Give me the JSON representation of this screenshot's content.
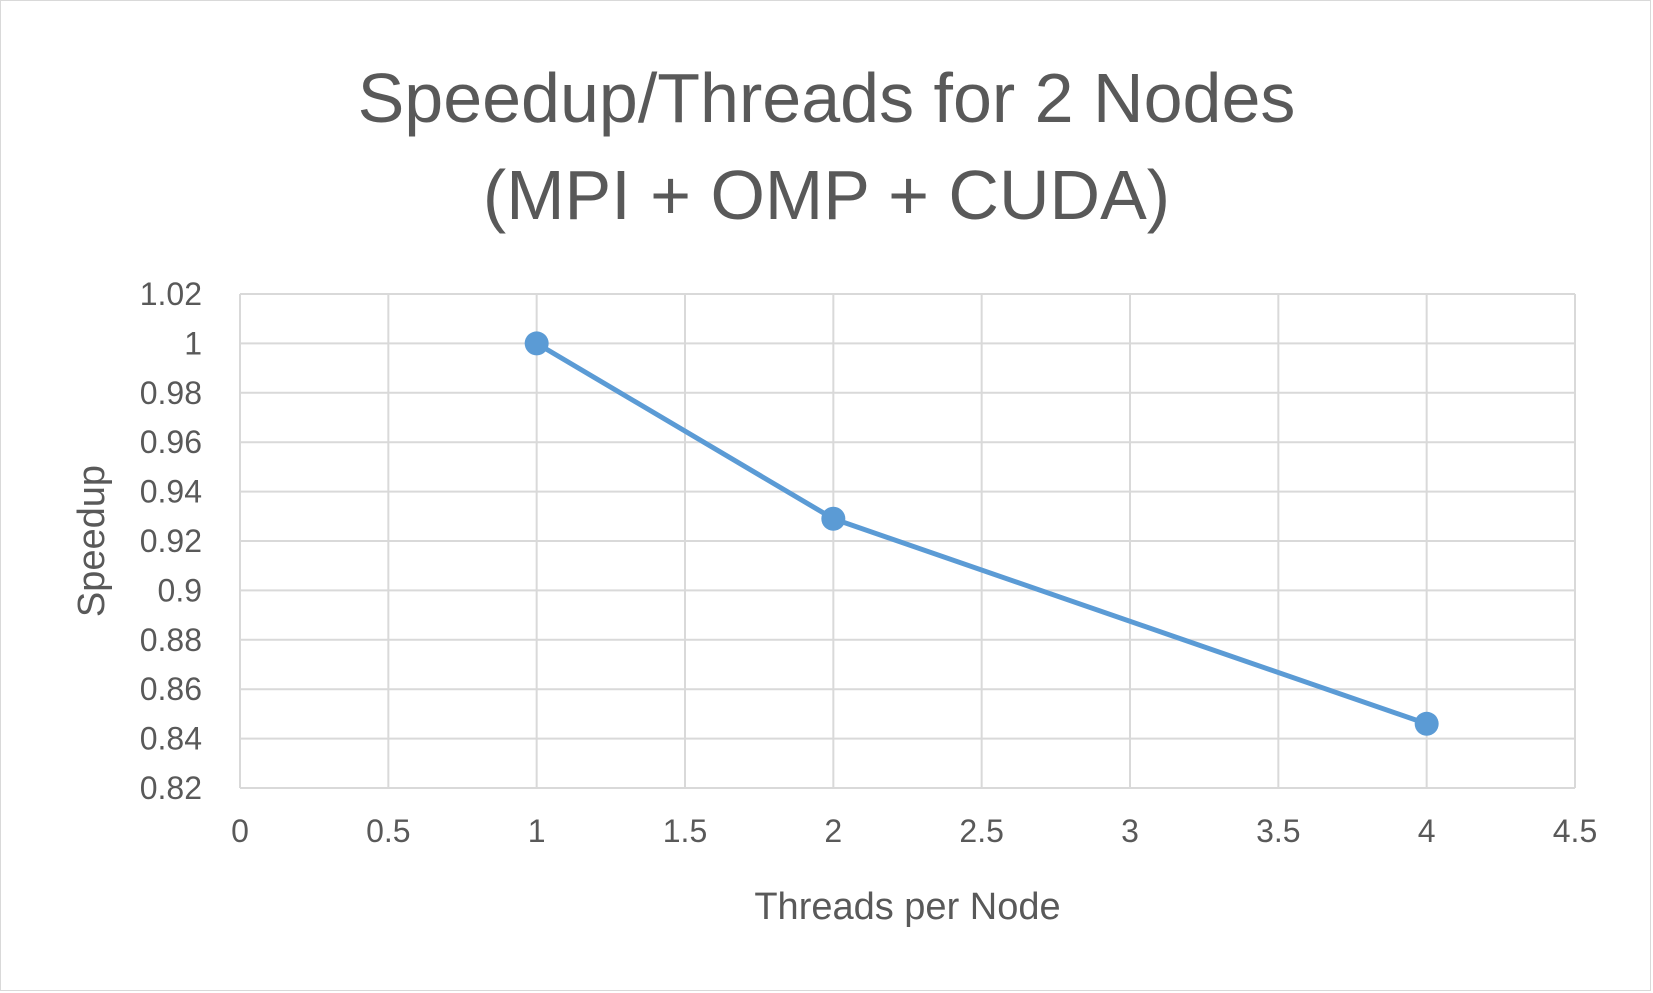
{
  "chart_data": {
    "type": "scatter",
    "title_line1": "Speedup/Threads for 2 Nodes",
    "title_line2": "(MPI + OMP + CUDA)",
    "xlabel": "Threads per Node",
    "ylabel": "Speedup",
    "xlim": [
      0,
      4.5
    ],
    "ylim": [
      0.82,
      1.02
    ],
    "x_ticks": [
      "0",
      "0.5",
      "1",
      "1.5",
      "2",
      "2.5",
      "3",
      "3.5",
      "4",
      "4.5"
    ],
    "y_ticks": [
      "0.82",
      "0.84",
      "0.86",
      "0.88",
      "0.9",
      "0.92",
      "0.94",
      "0.96",
      "0.98",
      "1",
      "1.02"
    ],
    "series": [
      {
        "x": [
          1,
          2,
          4
        ],
        "y": [
          1.0,
          0.929,
          0.846
        ],
        "color": "#5b9bd5"
      }
    ],
    "grid": true,
    "legend": "none",
    "marker": "circle",
    "line": "straight"
  }
}
